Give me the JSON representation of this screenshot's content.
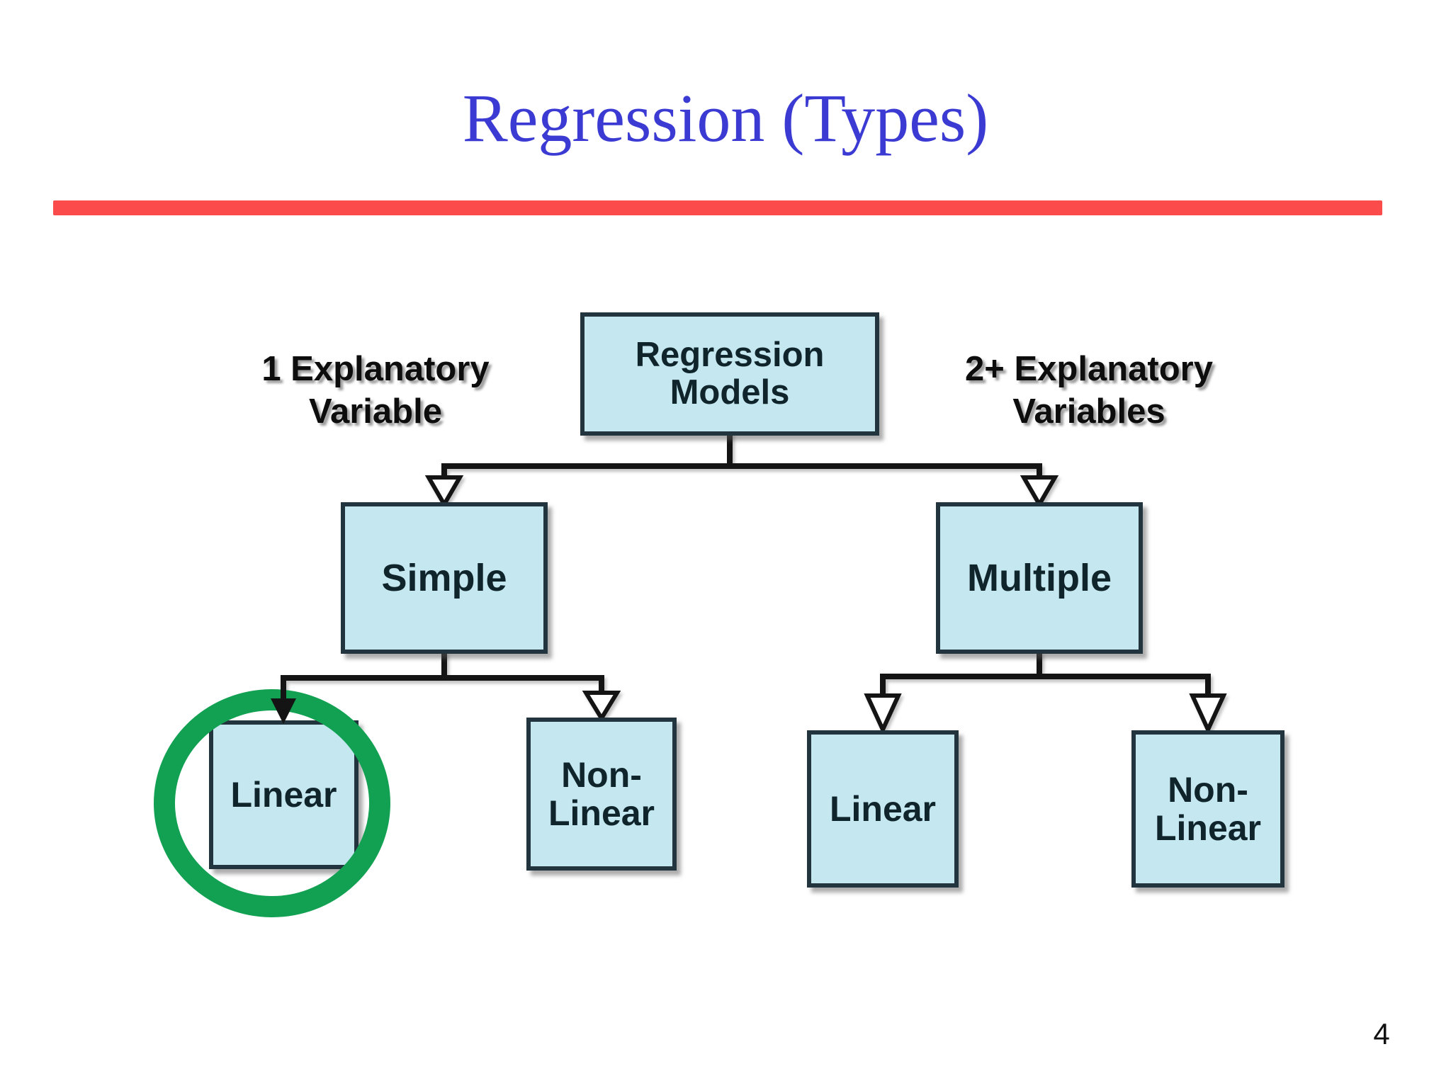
{
  "slide": {
    "title": "Regression (Types)",
    "page_number": "4",
    "colors": {
      "title_blue": "#3B3BD4",
      "rule_red": "#FB4B4B",
      "box_fill": "#C5E7EF",
      "box_border": "#22343E",
      "box_text": "#10242C",
      "connector_black": "#141414",
      "highlight_green": "#12A152"
    }
  },
  "diagram": {
    "annotations": {
      "left": "1 Explanatory\nVariable",
      "right": "2+ Explanatory\nVariables"
    },
    "nodes": {
      "root": {
        "label": "Regression\nModels"
      },
      "simple": {
        "label": "Simple"
      },
      "multiple": {
        "label": "Multiple"
      },
      "simple_linear": {
        "label": "Linear",
        "highlighted": true,
        "highlight_shape": "green-circle"
      },
      "simple_nonlinear": {
        "label": "Non-\nLinear"
      },
      "multiple_linear": {
        "label": "Linear"
      },
      "multiple_nonlinear": {
        "label": "Non-\nLinear"
      }
    }
  }
}
